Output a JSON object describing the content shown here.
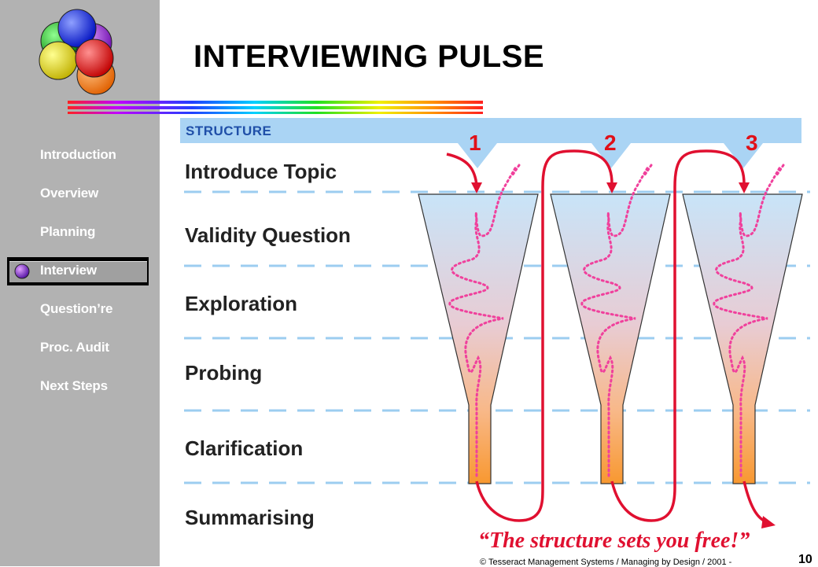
{
  "title": "INTERVIEWING PULSE",
  "sidebar": {
    "items": [
      {
        "label": "Introduction",
        "active": false
      },
      {
        "label": "Overview",
        "active": false
      },
      {
        "label": "Planning",
        "active": false
      },
      {
        "label": "Interview",
        "active": true
      },
      {
        "label": "Question’re",
        "active": false
      },
      {
        "label": "Proc. Audit",
        "active": false
      },
      {
        "label": "Next Steps",
        "active": false
      }
    ]
  },
  "structure_label": "STRUCTURE",
  "rows": [
    "Introduce Topic",
    "Validity Question",
    "Exploration",
    "Probing",
    "Clarification",
    "Summarising"
  ],
  "steps": [
    "1",
    "2",
    "3"
  ],
  "quote": "“The structure sets you free!”",
  "footer": "© Tesseract Management Systems / Managing by Design / 2001  -",
  "page_number": "10",
  "colors": {
    "sidebar": "#b2b2b2",
    "band": "#aad4f4",
    "accent_red": "#e01018",
    "dotted_pink": "#f0409c",
    "dash_blue": "#9ccdf0"
  }
}
